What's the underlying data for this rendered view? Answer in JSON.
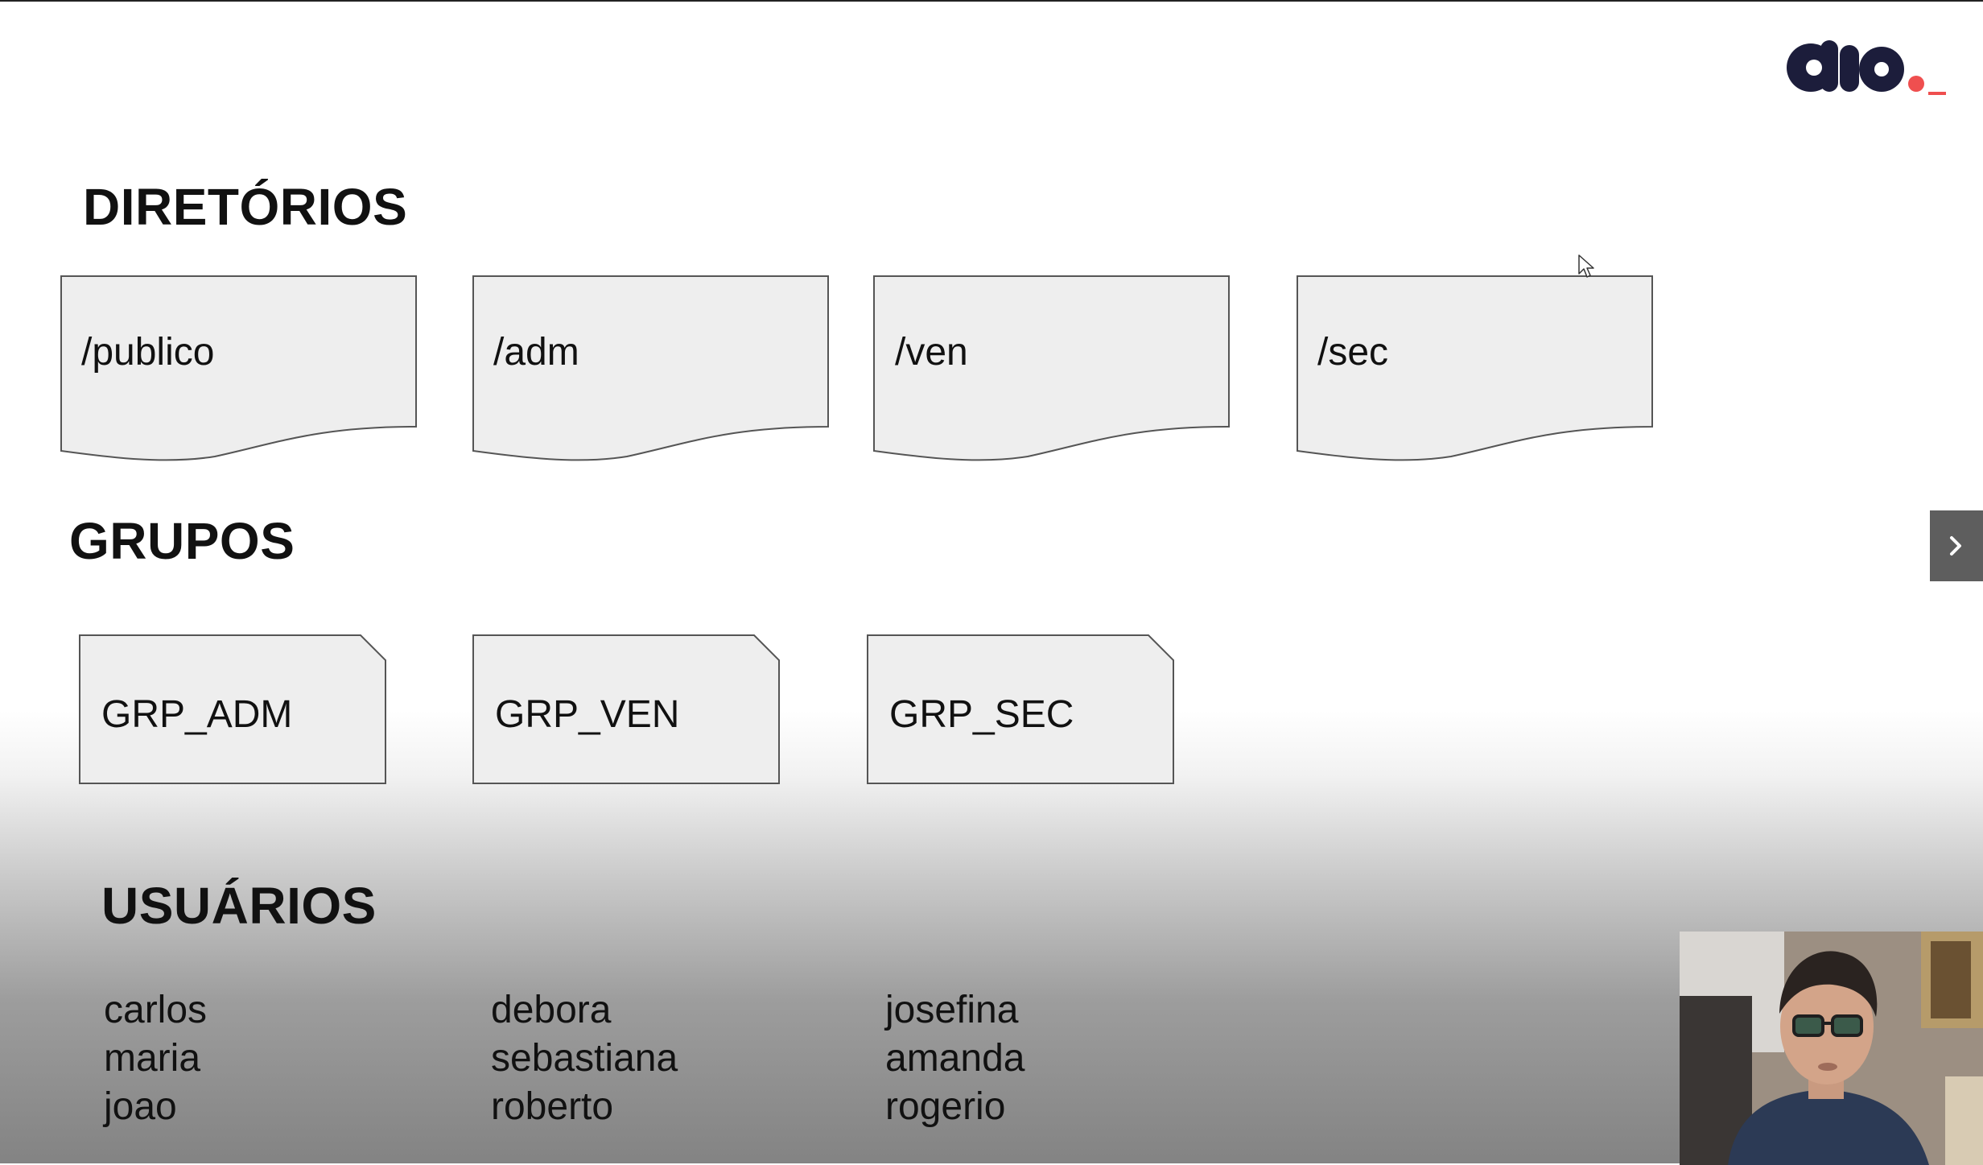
{
  "brand": {
    "logo_text": "dio",
    "accent_color": "#ef4f4f",
    "logo_color": "#1c1d3b"
  },
  "sections": {
    "directories": {
      "title": "DIRETÓRIOS",
      "items": [
        {
          "label": "/publico"
        },
        {
          "label": "/adm"
        },
        {
          "label": "/ven"
        },
        {
          "label": "/sec"
        }
      ]
    },
    "groups": {
      "title": "GRUPOS",
      "items": [
        {
          "label": "GRP_ADM"
        },
        {
          "label": "GRP_VEN"
        },
        {
          "label": "GRP_SEC"
        }
      ]
    },
    "users": {
      "title": "USUÁRIOS",
      "columns": [
        [
          "carlos",
          "maria",
          "joao"
        ],
        [
          "debora",
          "sebastiana",
          "roberto"
        ],
        [
          "josefina",
          "amanda",
          "rogerio"
        ]
      ]
    }
  },
  "controls": {
    "next_icon": "chevron-right-icon"
  },
  "overlay": {
    "webcam_icon": "presenter-video"
  },
  "colors": {
    "shape_fill": "#eeeeee",
    "shape_stroke": "#555555",
    "nav_button": "#5e5e5e"
  }
}
